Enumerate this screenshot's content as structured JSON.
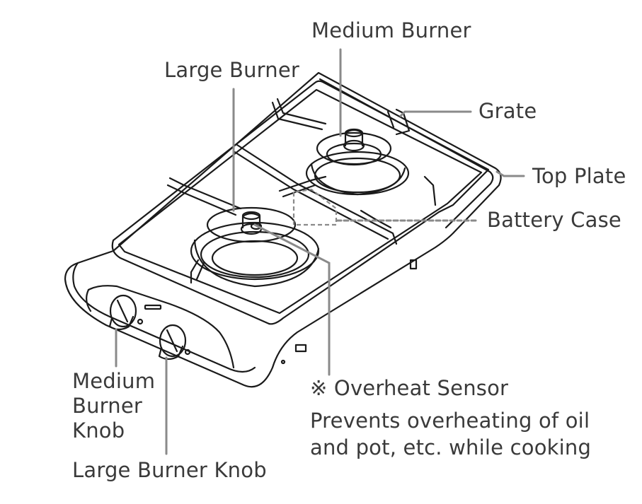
{
  "labels": {
    "medium_burner": "Medium Burner",
    "large_burner": "Large Burner",
    "grate": "Grate",
    "top_plate": "Top Plate",
    "battery_case": "Battery Case",
    "medium_burner_knob": [
      "Medium",
      "Burner",
      "Knob"
    ],
    "large_burner_knob": "Large Burner Knob",
    "overheat_sensor": "※ Overheat Sensor",
    "sensor_desc_line1": "Prevents overheating of oil",
    "sensor_desc_line2": "and pot, etc. while cooking"
  },
  "colors": {
    "outline": "#1a1a1a",
    "leader": "#8a8a8a",
    "text": "#3a3a3a"
  }
}
